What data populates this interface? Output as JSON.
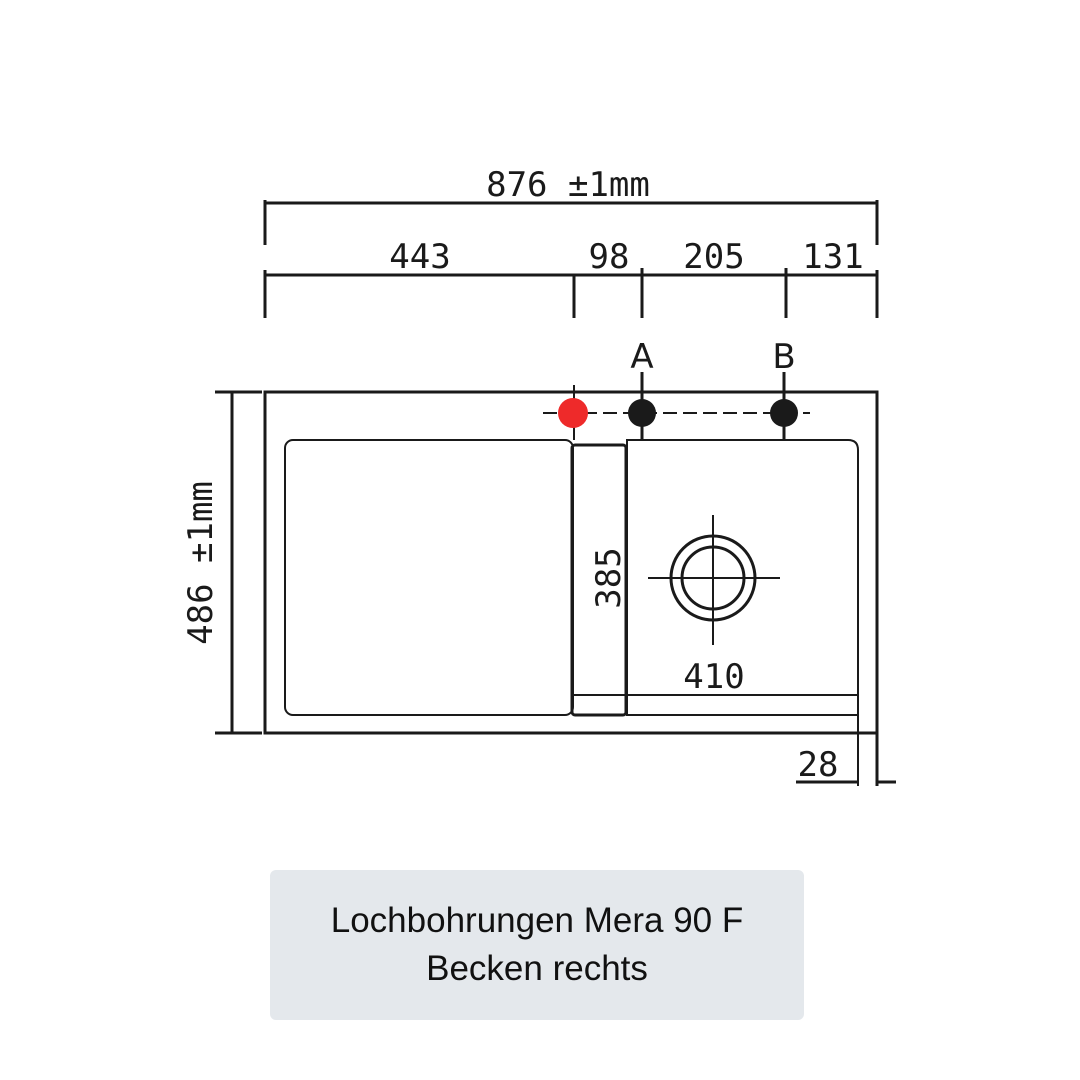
{
  "dimensions": {
    "overall_width": "876 ±1mm",
    "left_part": "443",
    "hole_spacing_1": "98",
    "hole_spacing_2": "205",
    "right_part": "131",
    "overall_depth": "486 ±1mm",
    "bowl_depth": "385",
    "bowl_width": "410",
    "edge_offset": "28"
  },
  "holes": {
    "a_label": "A",
    "b_label": "B",
    "highlight_color": "#ee2a2a"
  },
  "caption": {
    "line1": "Lochbohrungen Mera 90 F",
    "line2": "Becken rechts"
  },
  "colors": {
    "line": "#1a1a1a",
    "caption_bg": "#e4e8ec"
  }
}
